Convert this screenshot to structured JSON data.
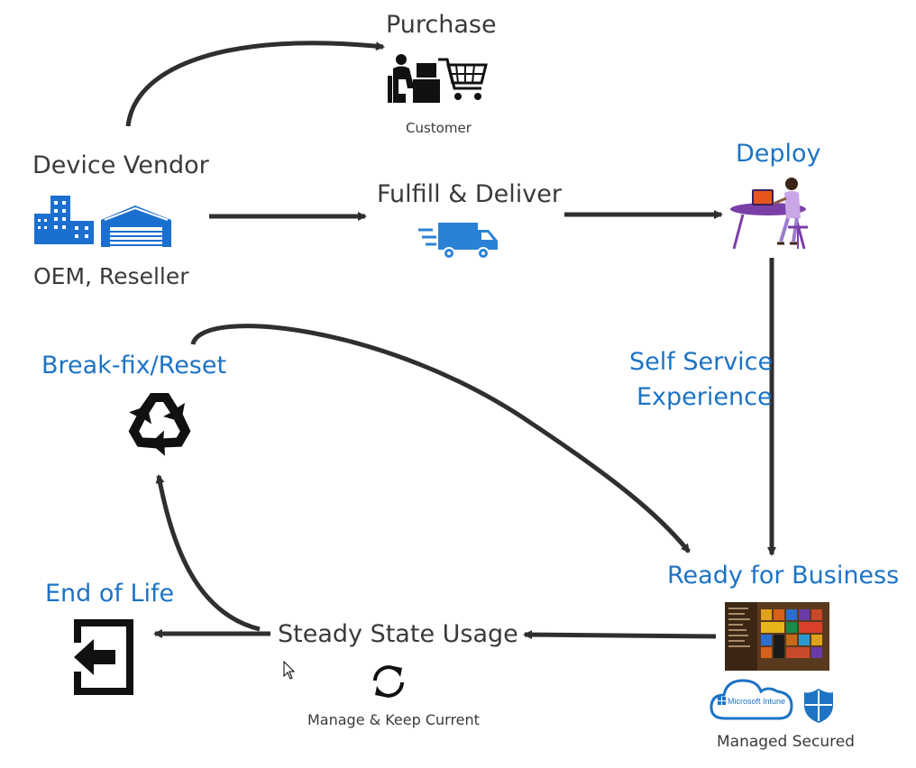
{
  "nodes": {
    "purchase": {
      "title": "Purchase",
      "subtitle": "Customer"
    },
    "vendor": {
      "title": "Device Vendor",
      "subtitle": "OEM, Reseller"
    },
    "fulfill": {
      "title": "Fulfill & Deliver"
    },
    "deploy": {
      "title": "Deploy"
    },
    "self_service": {
      "line1": "Self Service",
      "line2": "Experience"
    },
    "break_fix": {
      "title": "Break-fix/Reset"
    },
    "ready": {
      "title": "Ready for Business",
      "subtitle": "Managed Secured",
      "intune_label": "Microsoft Intune"
    },
    "end_of_life": {
      "title": "End of Life"
    },
    "steady": {
      "title": "Steady State Usage",
      "subtitle": "Manage & Keep Current"
    }
  },
  "colors": {
    "accent_blue": "#1d73c4",
    "text_dark": "#3a3a3a",
    "arrow": "#2f2f2f",
    "deploy_purple": "#7b3fa8"
  },
  "icons": [
    "desk-worker-icon",
    "shopping-cart-icon",
    "buildings-icon",
    "warehouse-icon",
    "delivery-truck-icon",
    "remote-worker-icon",
    "recycle-icon",
    "start-menu-screenshot",
    "intune-cloud-icon",
    "defender-shield-icon",
    "exit-door-icon",
    "refresh-icon",
    "mouse-cursor-icon"
  ]
}
